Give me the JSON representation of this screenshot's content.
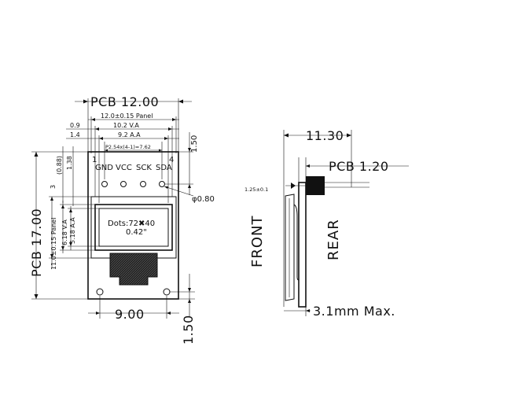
{
  "front_view": {
    "pcb_width_label": "PCB 12.00",
    "panel_width_label": "12.0±0.15 Panel",
    "va_width_label": "10.2 V.A",
    "aa_width_label": "9.2 A.A",
    "dim_09": "0.9",
    "dim_14": "1.4",
    "pin_pitch_label": "P2.54x(4-1)=7.62",
    "pin1_label": "1",
    "pin4_label": "4",
    "pin_labels": [
      "GND",
      "VCC",
      "SCK",
      "SDA"
    ],
    "top_offset_label": "1.50",
    "hole_label": "φ0.80",
    "pcb_height_label": "PCB 17.00",
    "panel_height_label": "11.0±0.15 Panel",
    "va_height_label": "6.18 V.A",
    "aa_height_label": "5.18 A.A",
    "dim_088": "(0.88)",
    "dim_138": "1.38",
    "dim_3": "3",
    "dots_label": "Dots:72✖40",
    "size_label": "0.42\"",
    "bottom_hole_spacing_label": "9.00",
    "bottom_offset_label": "1.50"
  },
  "side_view": {
    "width_label": "11.30",
    "pcb_thickness_label": "PCB 1.20",
    "pin_label": "1.25±0.1",
    "front_label": "FRONT",
    "rear_label": "REAR",
    "max_thickness_label": "3.1mm Max."
  }
}
